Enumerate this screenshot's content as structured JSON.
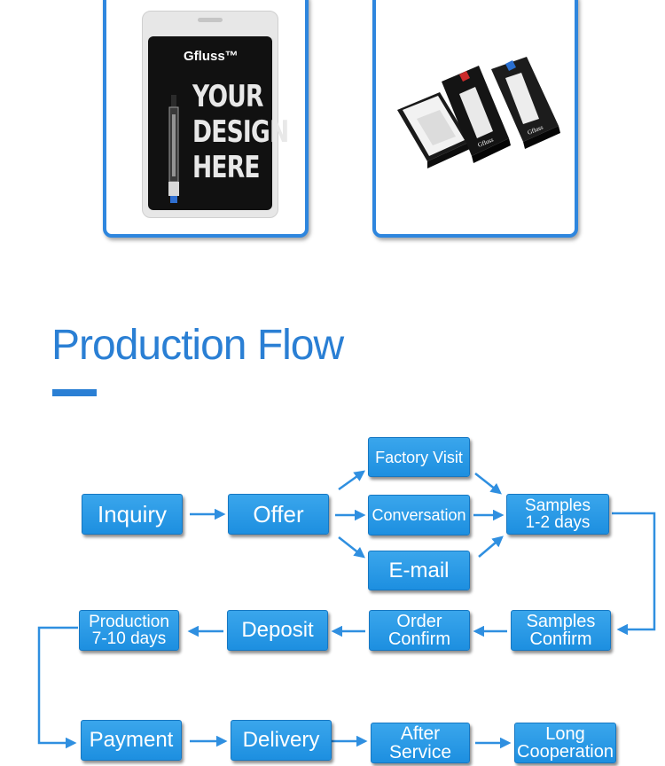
{
  "products": {
    "blister_pack": {
      "brand": "Gfluss™",
      "design_lines": [
        "YOUR",
        "DESIGN",
        "HERE"
      ]
    },
    "box_pack": {
      "brand_on_box": "Gfluss"
    }
  },
  "section": {
    "title": "Production Flow"
  },
  "flow": {
    "inquiry": "Inquiry",
    "offer": "Offer",
    "factory_visit": "Factory Visit",
    "conversation": "Conversation",
    "email": "E-mail",
    "samples": "Samples\n1-2 days",
    "samples_confirm": "Samples\nConfirm",
    "order_confirm": "Order\nConfirm",
    "deposit": "Deposit",
    "production": "Production\n7-10 days",
    "payment": "Payment",
    "delivery": "Delivery",
    "after_service": "After\nService",
    "long_cooperation": "Long\nCooperation"
  },
  "colors": {
    "accent": "#2a7fd4",
    "node_fill": "#2393e2",
    "arrow": "#2f8fe0"
  }
}
